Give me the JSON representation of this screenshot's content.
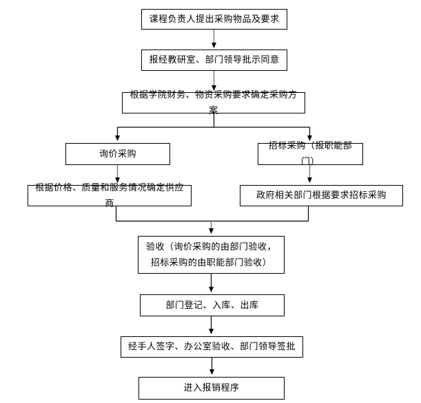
{
  "colors": {
    "page_bg": "#ffffff",
    "box_fill": "#ffffff",
    "box_border": "#000000",
    "text": "#000000",
    "line_gray": "#7f7f7f",
    "line_black": "#000000",
    "arrowhead": "#000000"
  },
  "nodes": [
    {
      "id": "propose",
      "label": "课程负责人提出采购物品及要求"
    },
    {
      "id": "approve",
      "label": "报经教研室、部门领导批示同意"
    },
    {
      "id": "plan",
      "label": "根据学院财务、物资采购要求确定采购方案"
    },
    {
      "id": "inquiry",
      "label": "询价采购"
    },
    {
      "id": "tender",
      "label": "招标采购（报职能部门）"
    },
    {
      "id": "supplier",
      "label": "根据价格、质量和服务情况确定供应商"
    },
    {
      "id": "gov-tender",
      "label": "政府相关部门根据要求招标采购"
    },
    {
      "id": "acceptance",
      "label": "验收（询价采购的由部门验收，招标采购的由职能部门验收）"
    },
    {
      "id": "register",
      "label": "部门登记、入库、出库"
    },
    {
      "id": "sign",
      "label": "经手人签字、办公室验收、部门领导签批"
    },
    {
      "id": "reimburse",
      "label": "进入报销程序"
    }
  ]
}
